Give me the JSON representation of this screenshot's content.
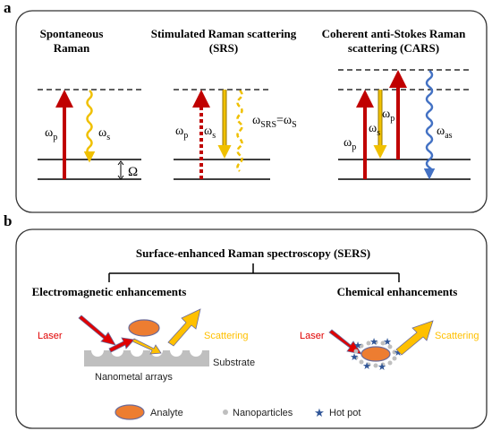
{
  "colors": {
    "pump": "#c00000",
    "stokes": "#f0c000",
    "stokes_dark": "#9a7a00",
    "antistokes": "#4472c4",
    "analyte": "#ed7d31",
    "analyte_stroke": "#6b6b9a",
    "substrate": "#bfbfbf",
    "nanoparticle": "#bfbfbf",
    "hotspot": "#2f5597",
    "laser_text": "#e00000",
    "scattering_text": "#ffc000"
  },
  "panel_a": {
    "label": "a",
    "spontaneous": {
      "title_line1": "Spontaneous",
      "title_line2": "Raman",
      "omega_p": "ω",
      "omega_p_sub": "p",
      "omega_s": "ω",
      "omega_s_sub": "s",
      "omega_big": "Ω"
    },
    "srs": {
      "title_line1": "Stimulated Raman scattering",
      "title_line2": "(SRS)",
      "omega_p": "ω",
      "omega_p_sub": "p",
      "omega_s": "ω",
      "omega_s_sub": "s",
      "omega_srs": "ω",
      "omega_srs_sub": "SRS",
      "equals": "=ω",
      "omega_s2_sub": "S"
    },
    "cars": {
      "title_line1": "Coherent anti-Stokes Raman",
      "title_line2": "scattering (CARS)",
      "omega_p1": "ω",
      "omega_p1_sub": "p",
      "omega_s": "ω",
      "omega_s_sub": "s",
      "omega_p2": "ω",
      "omega_p2_sub": "p",
      "omega_as": "ω",
      "omega_as_sub": "as"
    }
  },
  "panel_b": {
    "label": "b",
    "title": "Surface-enhanced Raman spectroscopy (SERS)",
    "left_heading": "Electromagnetic enhancements",
    "right_heading": "Chemical enhancements",
    "left_laser": "Laser",
    "left_scattering": "Scattering",
    "substrate": "Substrate",
    "nanometal": "Nanometal arrays",
    "right_laser": "Laser",
    "right_scattering": "Scattering",
    "legend": {
      "analyte": "Analyte",
      "nanoparticles": "Nanoparticles",
      "hotspot": "Hot pot"
    }
  }
}
